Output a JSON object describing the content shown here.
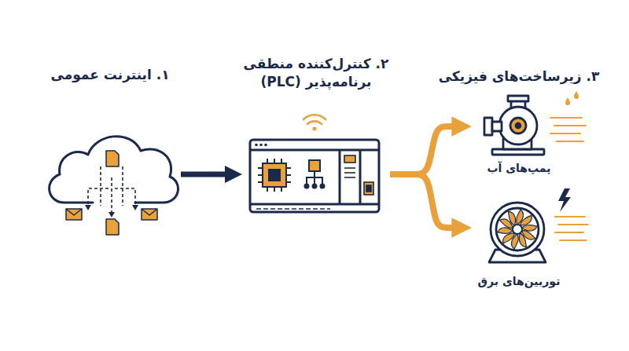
{
  "diagram": {
    "nodes": [
      {
        "text": [
          "۱. اینترنت عمومی"
        ]
      },
      {
        "text": [
          "۲. کنترل‌کننده منطقی برنامه‌پذیر (PLC)"
        ]
      },
      {
        "text": [
          "پمپ‌های آب"
        ]
      },
      {
        "text": [
          "توربین‌های برق"
        ]
      }
    ],
    "edges": [
      {
        "from": 0,
        "to": 1,
        "arrow": "to"
      },
      {
        "from": 1,
        "to": 2,
        "arrow": "to"
      },
      {
        "from": 1,
        "to": 3,
        "arrow": "to"
      }
    ],
    "labels": [
      "۳. زیرساخت‌های فیزیکی"
    ]
  }
}
